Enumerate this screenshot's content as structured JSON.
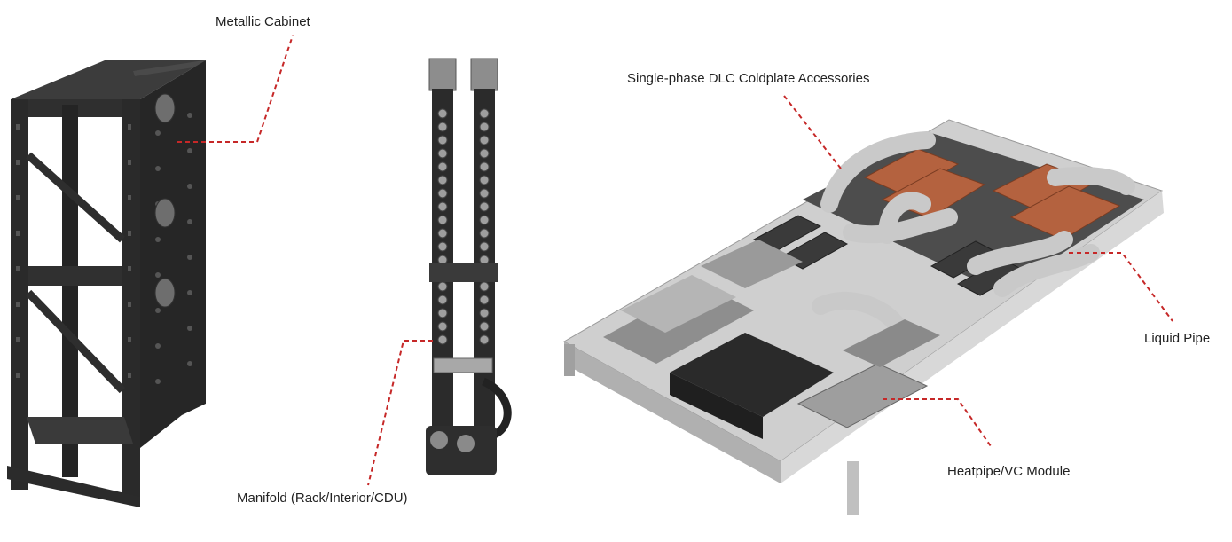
{
  "labels": {
    "cabinet": "Metallic Cabinet",
    "manifold": "Manifold (Rack/Interior/CDU)",
    "coldplate": "Single-phase DLC Coldplate Accessories",
    "liquid_pipe": "Liquid Pipe",
    "heatpipe": "Heatpipe/VC Module"
  },
  "colors": {
    "leader": "#c62828",
    "cabinet": "#2b2b2b",
    "copper": "#b4623f",
    "pipe": "#c9c9c9",
    "chassis": "#bfbfbf"
  }
}
